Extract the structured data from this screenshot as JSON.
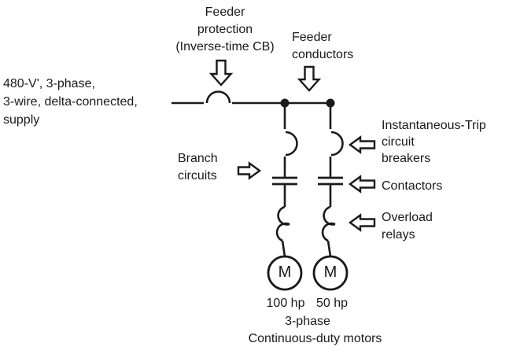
{
  "labels": {
    "supply": {
      "line1": "480-V', 3-phase,",
      "line2": "3-wire, delta-connected,",
      "line3": "supply"
    },
    "feeder_protection": {
      "line1": "Feeder",
      "line2": "protection",
      "line3": "(Inverse-time CB)"
    },
    "feeder_conductors": {
      "line1": "Feeder",
      "line2": "conductors"
    },
    "branch_circuits": {
      "line1": "Branch",
      "line2": "circuits"
    },
    "instantaneous_trip_breakers": {
      "line1": "Instantaneous-Trip",
      "line2": "circuit",
      "line3": "breakers"
    },
    "contactors": "Contactors",
    "overload_relays": {
      "line1": "Overload",
      "line2": "relays"
    },
    "motors": {
      "left_symbol": "M",
      "right_symbol": "M",
      "left_rating": "100 hp",
      "right_rating": "50 hp",
      "phase": "3-phase",
      "type": "Continuous-duty motors"
    }
  },
  "colors": {
    "ink": "#1a1a1a",
    "background": "#ffffff"
  }
}
